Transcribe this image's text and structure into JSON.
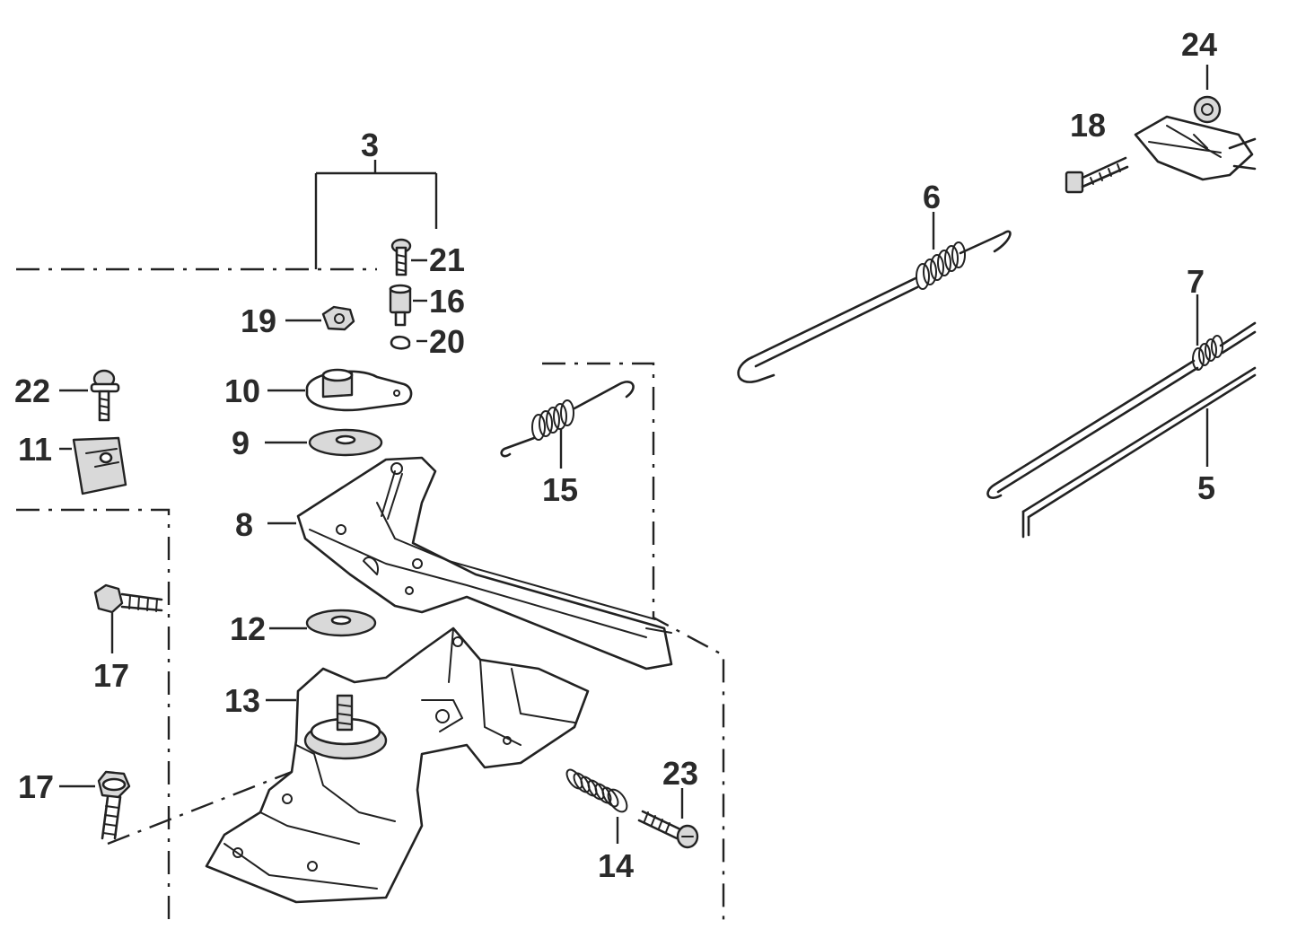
{
  "diagram": {
    "callouts": {
      "c3": "3",
      "c5": "5",
      "c6": "6",
      "c7": "7",
      "c8": "8",
      "c9": "9",
      "c10": "10",
      "c11": "11",
      "c12": "12",
      "c13": "13",
      "c14": "14",
      "c15": "15",
      "c16": "16",
      "c17a": "17",
      "c17b": "17",
      "c18": "18",
      "c19": "19",
      "c20": "20",
      "c21": "21",
      "c22": "22",
      "c23": "23",
      "c24": "24"
    }
  }
}
